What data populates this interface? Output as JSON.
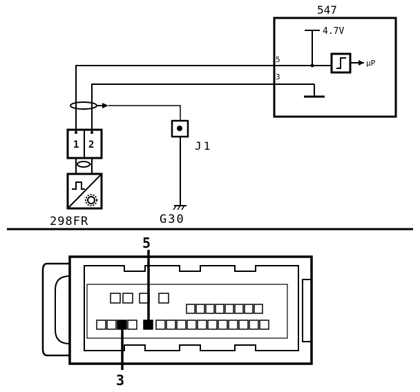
{
  "schematic": {
    "ecu_id": "547",
    "supply_voltage": "4.7V",
    "pin_a": "5",
    "pin_b": "3",
    "output_label": "μP",
    "connector_pin_1": "1",
    "connector_pin_2": "2",
    "junction_label": "J1",
    "sensor_id": "298FR",
    "ground_label": "G30"
  },
  "connector_view": {
    "callout_top": "5",
    "callout_bottom": "3"
  }
}
